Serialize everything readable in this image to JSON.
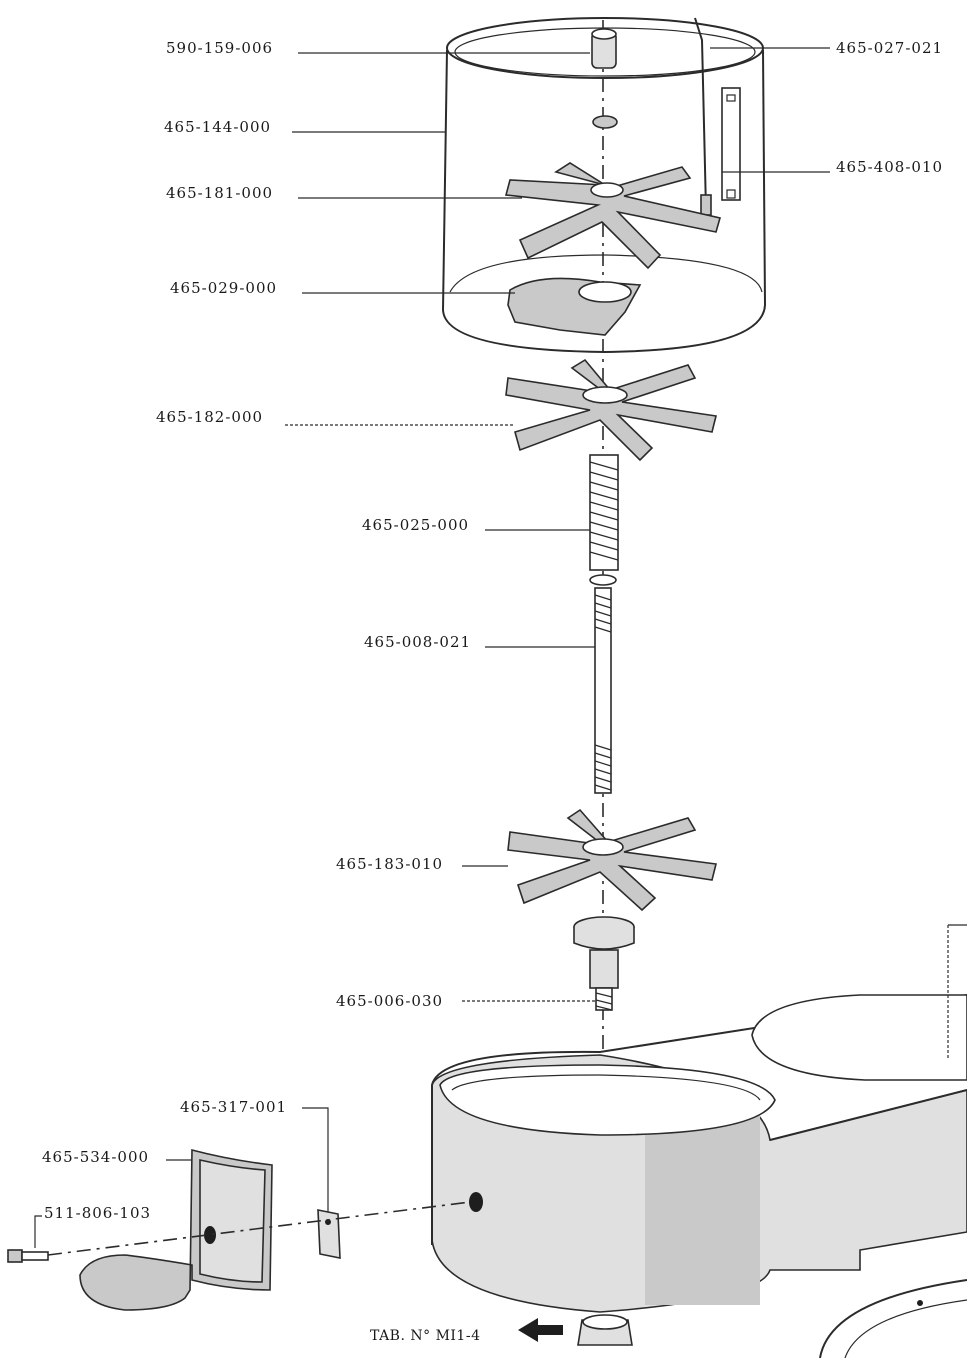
{
  "labels": {
    "p590_159_006": "590-159-006",
    "p465_027_021": "465-027-021",
    "p465_144_000": "465-144-000",
    "p465_408_010": "465-408-010",
    "p465_181_000": "465-181-000",
    "p465_029_000": "465-029-000",
    "p465_182_000": "465-182-000",
    "p465_025_000": "465-025-000",
    "p465_008_021": "465-008-021",
    "p465_183_010": "465-183-010",
    "p465_006_030": "465-006-030",
    "p465_317_001": "465-317-001",
    "p465_534_000": "465-534-000",
    "p511_806_103": "511-806-103"
  },
  "footer": {
    "reference": "TAB. N° MI1-4"
  }
}
